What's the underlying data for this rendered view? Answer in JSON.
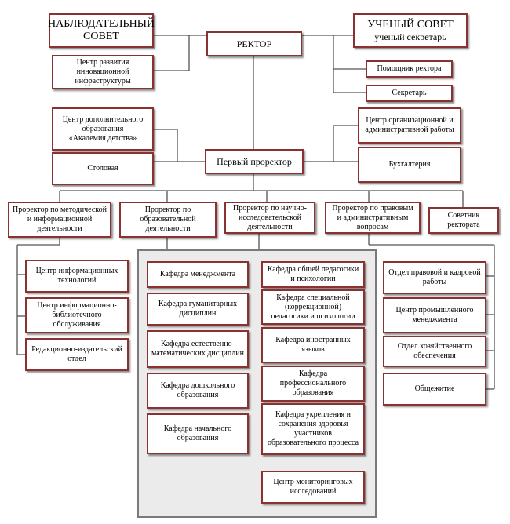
{
  "colors": {
    "box_border": "#8a3232",
    "wire": "#555555",
    "panel_fill": "#ebebeb"
  },
  "boxes": {
    "nadz": "НАБЛЮДАТЕЛЬНЫЙ СОВЕТ",
    "rector": "РЕКТОР",
    "uch_title": "УЧЕНЫЙ СОВЕТ",
    "uch_sub": "ученый секретарь",
    "innov": "Центр развития инновационной инфраструктуры",
    "pomosh": "Помощник ректора",
    "sekr": "Секретарь",
    "dop": "Центр дополнительного образования",
    "dop2": "«Академия детства»",
    "stol": "Столовая",
    "first": "Первый проректор",
    "org": "Центр организационной и административной работы",
    "buh": "Бухгалтерия",
    "pr_met": "Проректор по методической и информационной деятельности",
    "pr_obr": "Проректор по образовательной деятельности",
    "pr_nauch": "Проректор по научно-исследовательской деятельности",
    "pr_prav": "Проректор по правовым и административным вопросам",
    "sovetnik": "Советник ректората",
    "it": "Центр информационных технологий",
    "bib": "Центр информационно-библиотечного обслуживания",
    "red": "Редакционно-издательский отдел",
    "k_men": "Кафедра менеджмента",
    "k_gum": "Кафедра гуманитарных дисциплин",
    "k_est": "Кафедра естественно-математических дисциплин",
    "k_dosh": "Кафедра дошкольного образования",
    "k_nach": "Кафедра начального образования",
    "k_ped": "Кафедра общей педагогики и психологии",
    "k_spec": "Кафедра специальной (коррекционной) педагогики и психологии",
    "k_in": "Кафедра иностранных языков",
    "k_prof": "Кафедра профессионального образования",
    "k_zdor": "Кафедра укрепления и сохранения здоровья участников образовательного процесса",
    "monit": "Центр мониторинговых исследований",
    "kadr": "Отдел правовой и кадровой работы",
    "prom": "Центр промышленного менеджмента",
    "hoz": "Отдел хозяйственного обеспечения",
    "obsh": "Общежитие"
  }
}
